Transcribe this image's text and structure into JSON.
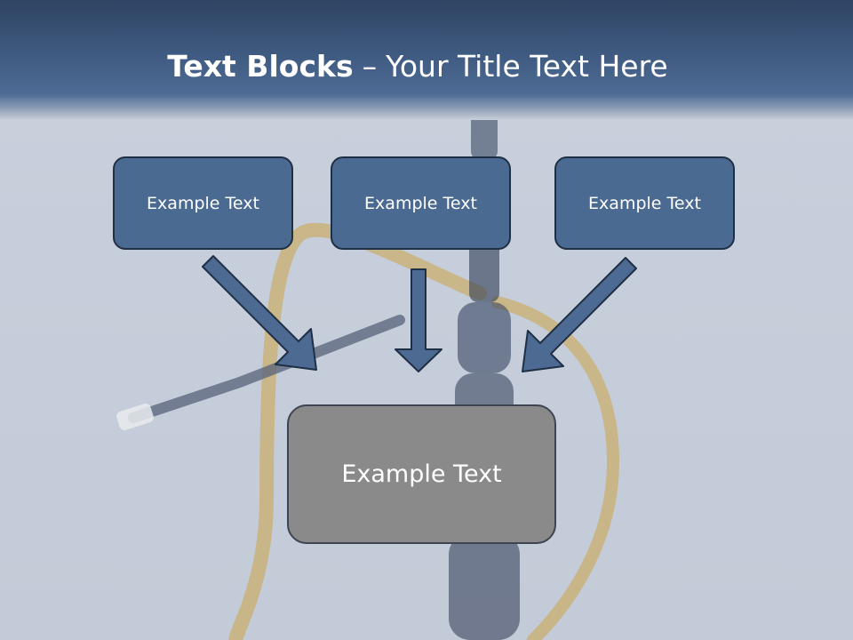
{
  "title": {
    "bold": "Text Blocks",
    "separator": "–",
    "rest": "Your Title Text Here"
  },
  "blocks": [
    {
      "label": "Example Text"
    },
    {
      "label": "Example Text"
    },
    {
      "label": "Example Text"
    }
  ],
  "target": {
    "label": "Example Text"
  },
  "colors": {
    "header": "#3f5a80",
    "box_fill": "#4a6a92",
    "box_border": "#1f2f45",
    "target_fill": "#8a8a8a",
    "arrow_fill": "#4d6a92"
  }
}
